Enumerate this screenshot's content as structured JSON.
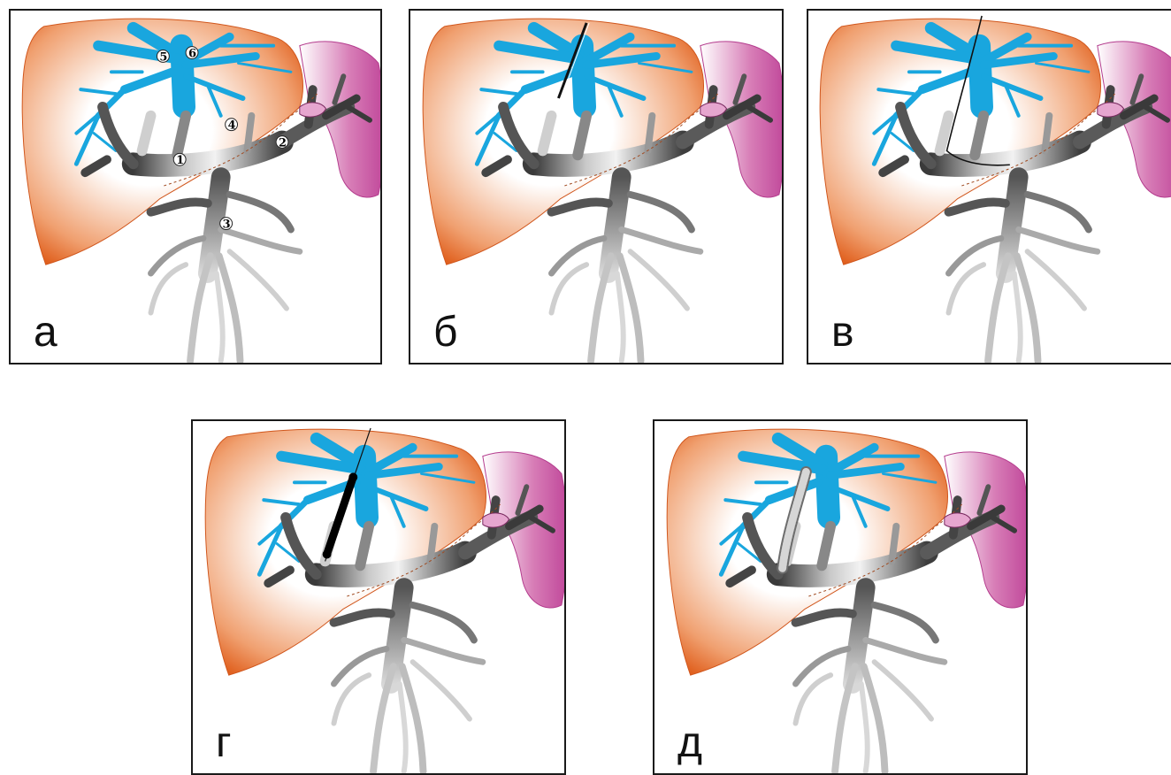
{
  "panels": [
    {
      "id": "a",
      "letter": "а"
    },
    {
      "id": "b",
      "letter": "б"
    },
    {
      "id": "v",
      "letter": "в"
    },
    {
      "id": "g",
      "letter": "г"
    },
    {
      "id": "d",
      "letter": "д"
    }
  ],
  "markers": [
    "1",
    "2",
    "3",
    "4",
    "5",
    "6"
  ],
  "colors": {
    "liver": "#e8793a",
    "spleen": "#c64f9e",
    "hepatic_veins": "#1aa7df",
    "portal_vein": "#8f8f8f",
    "portal_vein_dark": "#3a3a3a",
    "outline": "#1a1a1a"
  },
  "icons": [
    "liver-shape",
    "spleen-shape",
    "hepatic-vein-tree",
    "portal-vein-tree",
    "needle-icon",
    "guidewire-icon",
    "balloon-catheter-icon",
    "stent-graft-icon"
  ]
}
